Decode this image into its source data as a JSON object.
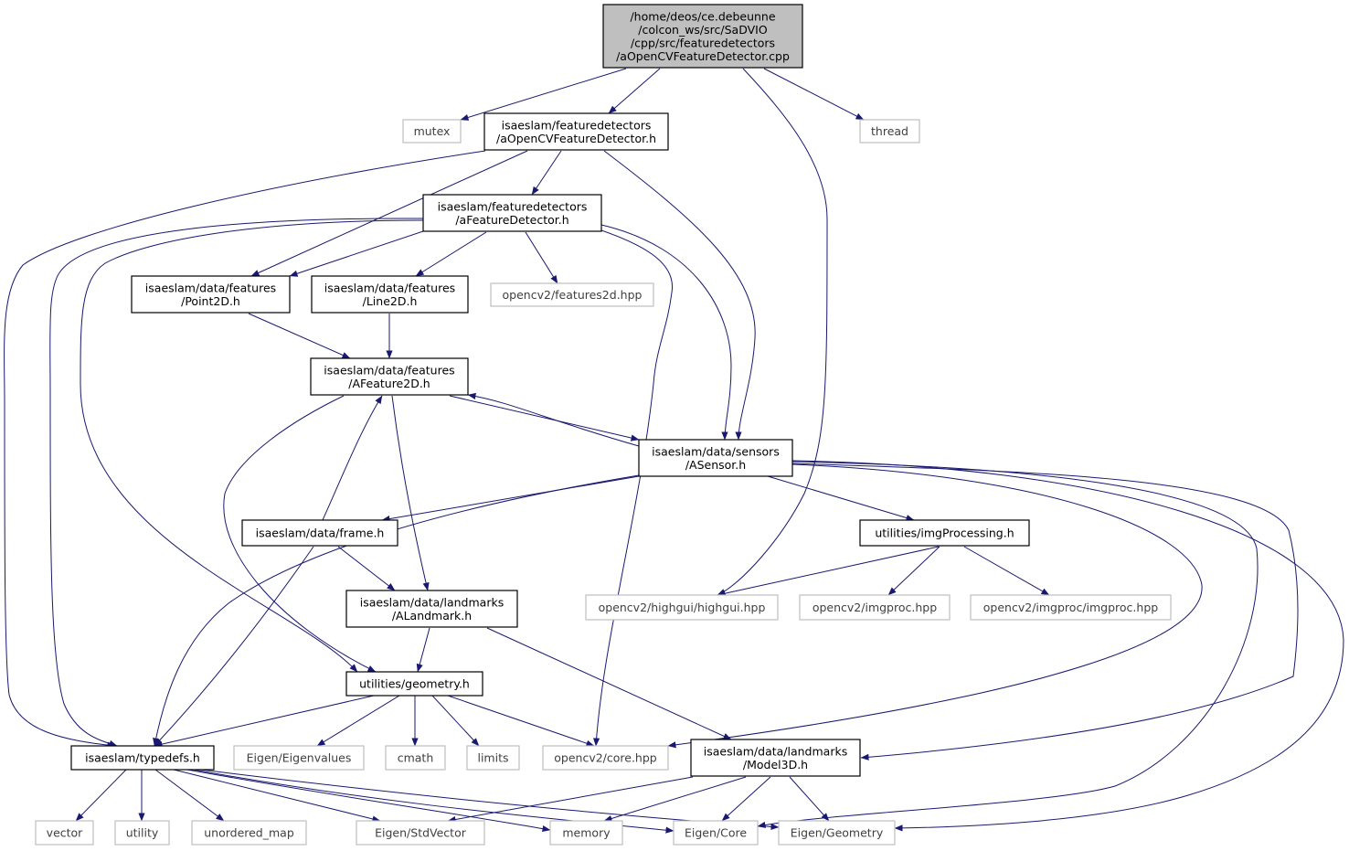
{
  "colors": {
    "edge": "#191970",
    "root_fill": "#bfbfbf",
    "external_border": "#bfbfbf",
    "internal_border": "#000000"
  },
  "nodes": {
    "root": {
      "lines": [
        "/home/deos/ce.debeunne",
        "/colcon_ws/src/SaDVIO",
        "/cpp/src/featuredetectors",
        "/aOpenCVFeatureDetector.cpp"
      ],
      "kind": "root"
    },
    "mutex": {
      "lines": [
        "mutex"
      ],
      "kind": "external"
    },
    "aocvfd_h": {
      "lines": [
        "isaeslam/featuredetectors",
        "/aOpenCVFeatureDetector.h"
      ],
      "kind": "internal"
    },
    "thread": {
      "lines": [
        "thread"
      ],
      "kind": "external"
    },
    "afd_h": {
      "lines": [
        "isaeslam/featuredetectors",
        "/aFeatureDetector.h"
      ],
      "kind": "internal"
    },
    "point2d": {
      "lines": [
        "isaeslam/data/features",
        "/Point2D.h"
      ],
      "kind": "internal"
    },
    "line2d": {
      "lines": [
        "isaeslam/data/features",
        "/Line2D.h"
      ],
      "kind": "internal"
    },
    "features2d": {
      "lines": [
        "opencv2/features2d.hpp"
      ],
      "kind": "external"
    },
    "afeature2d": {
      "lines": [
        "isaeslam/data/features",
        "/AFeature2D.h"
      ],
      "kind": "internal"
    },
    "asensor": {
      "lines": [
        "isaeslam/data/sensors",
        "/ASensor.h"
      ],
      "kind": "internal"
    },
    "frame": {
      "lines": [
        "isaeslam/data/frame.h"
      ],
      "kind": "internal"
    },
    "imgproc_h": {
      "lines": [
        "utilities/imgProcessing.h"
      ],
      "kind": "internal"
    },
    "alandmark": {
      "lines": [
        "isaeslam/data/landmarks",
        "/ALandmark.h"
      ],
      "kind": "internal"
    },
    "highgui": {
      "lines": [
        "opencv2/highgui/highgui.hpp"
      ],
      "kind": "external"
    },
    "imgproc_hpp": {
      "lines": [
        "opencv2/imgproc.hpp"
      ],
      "kind": "external"
    },
    "imgproc_imgproc": {
      "lines": [
        "opencv2/imgproc/imgproc.hpp"
      ],
      "kind": "external"
    },
    "geometry": {
      "lines": [
        "utilities/geometry.h"
      ],
      "kind": "internal"
    },
    "typedefs": {
      "lines": [
        "isaeslam/typedefs.h"
      ],
      "kind": "internal"
    },
    "eigenvalues": {
      "lines": [
        "Eigen/Eigenvalues"
      ],
      "kind": "external"
    },
    "cmath": {
      "lines": [
        "cmath"
      ],
      "kind": "external"
    },
    "limits": {
      "lines": [
        "limits"
      ],
      "kind": "external"
    },
    "corehpp": {
      "lines": [
        "opencv2/core.hpp"
      ],
      "kind": "external"
    },
    "model3d": {
      "lines": [
        "isaeslam/data/landmarks",
        "/Model3D.h"
      ],
      "kind": "internal"
    },
    "vector": {
      "lines": [
        "vector"
      ],
      "kind": "external"
    },
    "utility": {
      "lines": [
        "utility"
      ],
      "kind": "external"
    },
    "umap": {
      "lines": [
        "unordered_map"
      ],
      "kind": "external"
    },
    "stdvector": {
      "lines": [
        "Eigen/StdVector"
      ],
      "kind": "external"
    },
    "memory": {
      "lines": [
        "memory"
      ],
      "kind": "external"
    },
    "eigencore": {
      "lines": [
        "Eigen/Core"
      ],
      "kind": "external"
    },
    "geometryeig": {
      "lines": [
        "Eigen/Geometry"
      ],
      "kind": "external"
    }
  },
  "edges": [
    [
      "root",
      "mutex"
    ],
    [
      "root",
      "aocvfd_h"
    ],
    [
      "root",
      "thread"
    ],
    [
      "root",
      "highgui"
    ],
    [
      "aocvfd_h",
      "afd_h"
    ],
    [
      "aocvfd_h",
      "point2d"
    ],
    [
      "aocvfd_h",
      "asensor"
    ],
    [
      "aocvfd_h",
      "typedefs"
    ],
    [
      "afd_h",
      "point2d"
    ],
    [
      "afd_h",
      "line2d"
    ],
    [
      "afd_h",
      "features2d"
    ],
    [
      "afd_h",
      "asensor"
    ],
    [
      "afd_h",
      "typedefs"
    ],
    [
      "afd_h",
      "geometry"
    ],
    [
      "afd_h",
      "corehpp"
    ],
    [
      "point2d",
      "afeature2d"
    ],
    [
      "line2d",
      "afeature2d"
    ],
    [
      "afeature2d",
      "asensor"
    ],
    [
      "afeature2d",
      "alandmark"
    ],
    [
      "afeature2d",
      "geometry"
    ],
    [
      "asensor",
      "afeature2d"
    ],
    [
      "asensor",
      "frame"
    ],
    [
      "asensor",
      "imgproc_h"
    ],
    [
      "asensor",
      "typedefs"
    ],
    [
      "asensor",
      "corehpp"
    ],
    [
      "asensor",
      "model3d"
    ],
    [
      "asensor",
      "eigencore"
    ],
    [
      "asensor",
      "geometryeig"
    ],
    [
      "frame",
      "afeature2d"
    ],
    [
      "frame",
      "alandmark"
    ],
    [
      "frame",
      "typedefs"
    ],
    [
      "imgproc_h",
      "highgui"
    ],
    [
      "imgproc_h",
      "imgproc_hpp"
    ],
    [
      "imgproc_h",
      "imgproc_imgproc"
    ],
    [
      "alandmark",
      "geometry"
    ],
    [
      "alandmark",
      "model3d"
    ],
    [
      "geometry",
      "typedefs"
    ],
    [
      "geometry",
      "eigenvalues"
    ],
    [
      "geometry",
      "cmath"
    ],
    [
      "geometry",
      "limits"
    ],
    [
      "geometry",
      "corehpp"
    ],
    [
      "model3d",
      "stdvector"
    ],
    [
      "model3d",
      "memory"
    ],
    [
      "model3d",
      "eigencore"
    ],
    [
      "model3d",
      "geometryeig"
    ],
    [
      "typedefs",
      "vector"
    ],
    [
      "typedefs",
      "utility"
    ],
    [
      "typedefs",
      "umap"
    ],
    [
      "typedefs",
      "stdvector"
    ],
    [
      "typedefs",
      "memory"
    ],
    [
      "typedefs",
      "eigencore"
    ],
    [
      "typedefs",
      "geometryeig"
    ]
  ]
}
